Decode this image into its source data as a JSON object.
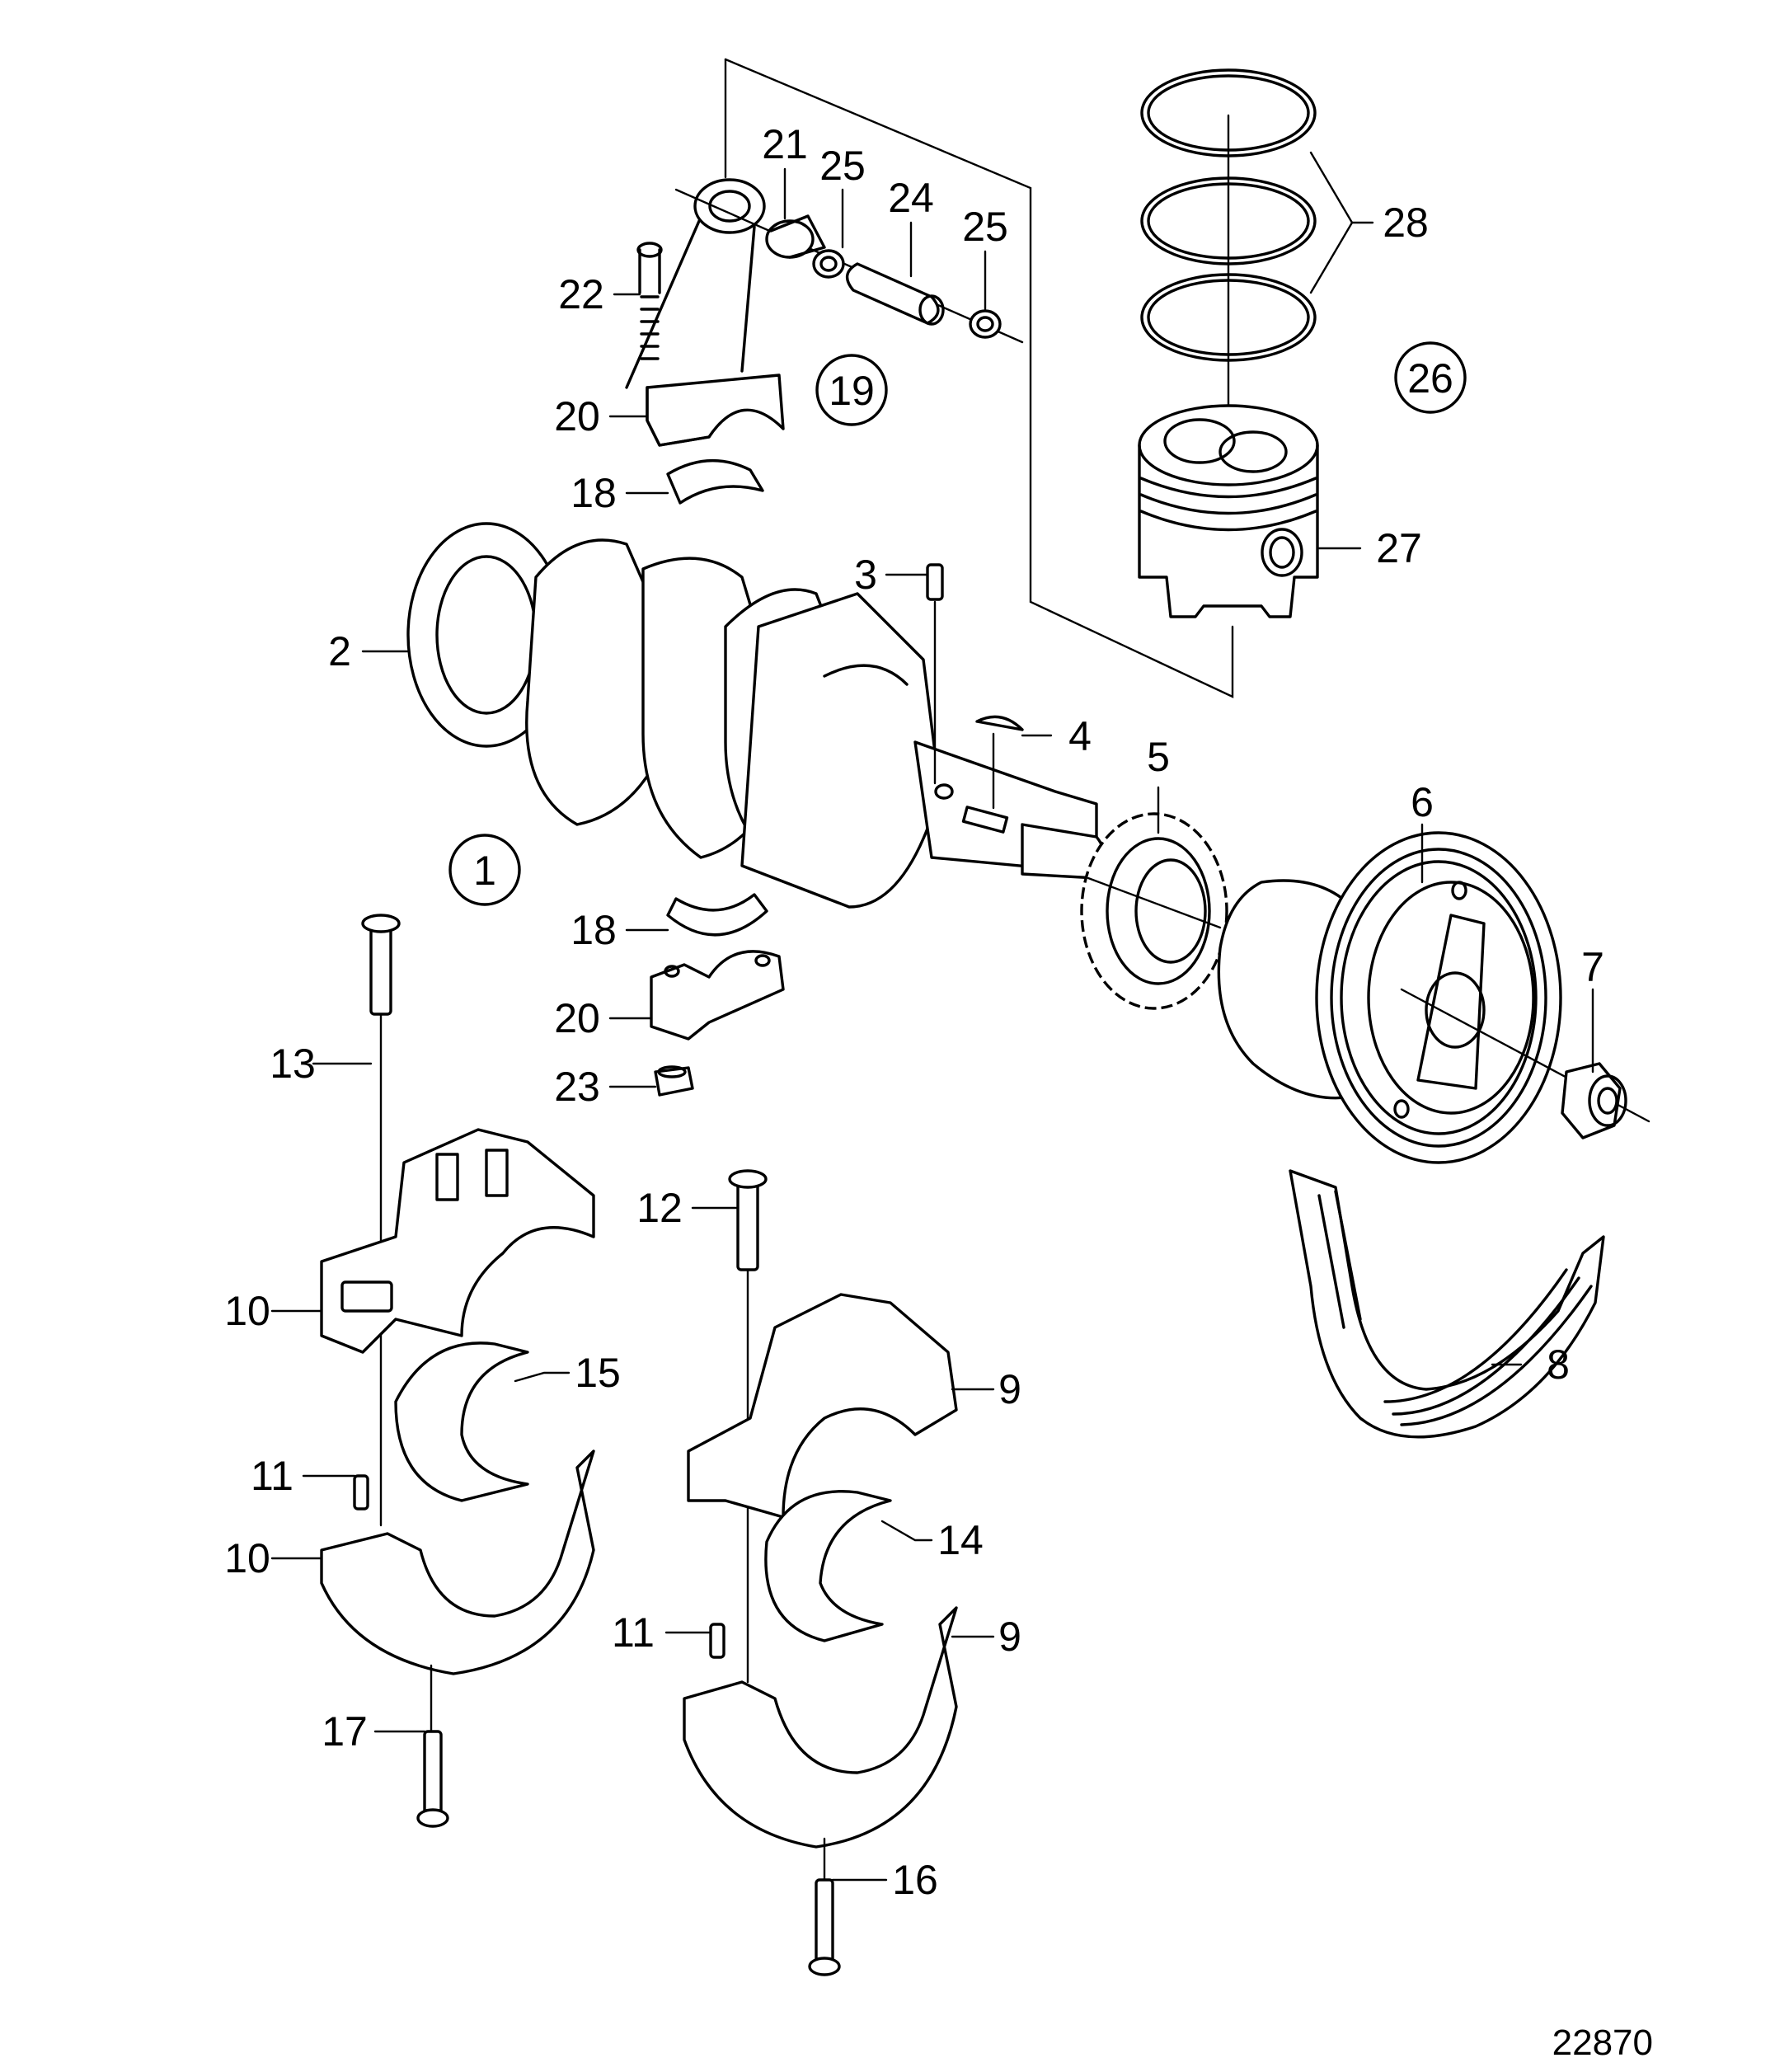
{
  "drawing_number": "22870",
  "circled_labels": {
    "crankshaft_group": "1",
    "connecting_rod_group": "19",
    "piston_group": "26"
  },
  "callouts": {
    "c2": "2",
    "c3": "3",
    "c4": "4",
    "c5": "5",
    "c6": "6",
    "c7": "7",
    "c8": "8",
    "c9a": "9",
    "c9b": "9",
    "c10a": "10",
    "c10b": "10",
    "c11a": "11",
    "c11b": "11",
    "c12": "12",
    "c13": "13",
    "c14": "14",
    "c15": "15",
    "c16": "16",
    "c17": "17",
    "c18a": "18",
    "c18b": "18",
    "c20a": "20",
    "c20b": "20",
    "c21": "21",
    "c22": "22",
    "c23": "23",
    "c24": "24",
    "c25a": "25",
    "c25b": "25",
    "c27": "27",
    "c28": "28"
  }
}
